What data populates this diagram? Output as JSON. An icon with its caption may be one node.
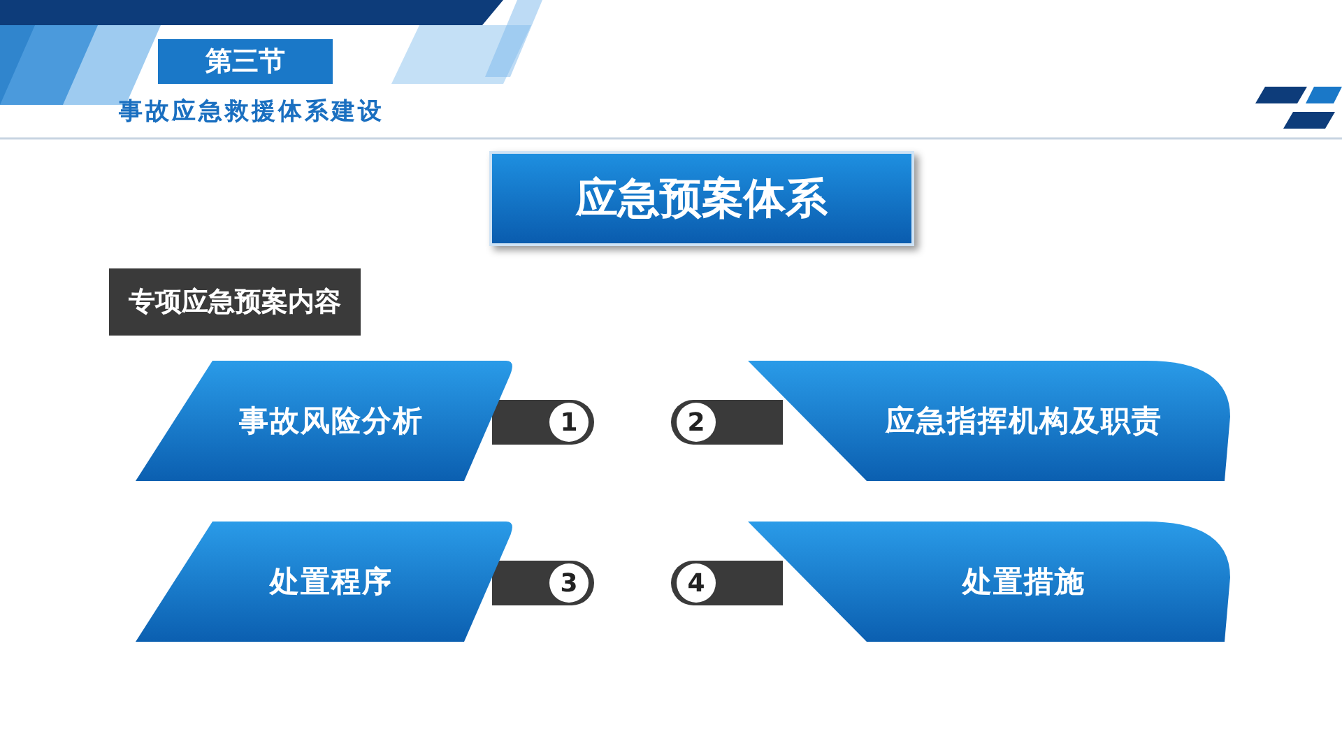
{
  "diagram": {
    "title": "应急预案体系",
    "nodes": [
      {
        "text": [
          "第三节"
        ]
      },
      {
        "text": [
          "专项应急预案内容"
        ]
      },
      {
        "text": [
          "事故风险分析"
        ]
      },
      {
        "text": [
          "1"
        ]
      },
      {
        "text": [
          "2"
        ]
      },
      {
        "text": [
          "应急指挥机构及职责"
        ]
      },
      {
        "text": [
          "处置程序"
        ]
      },
      {
        "text": [
          "3"
        ]
      },
      {
        "text": [
          "4"
        ]
      },
      {
        "text": [
          "处置措施"
        ]
      }
    ],
    "labels": [
      "事故应急救援体系建设"
    ]
  }
}
